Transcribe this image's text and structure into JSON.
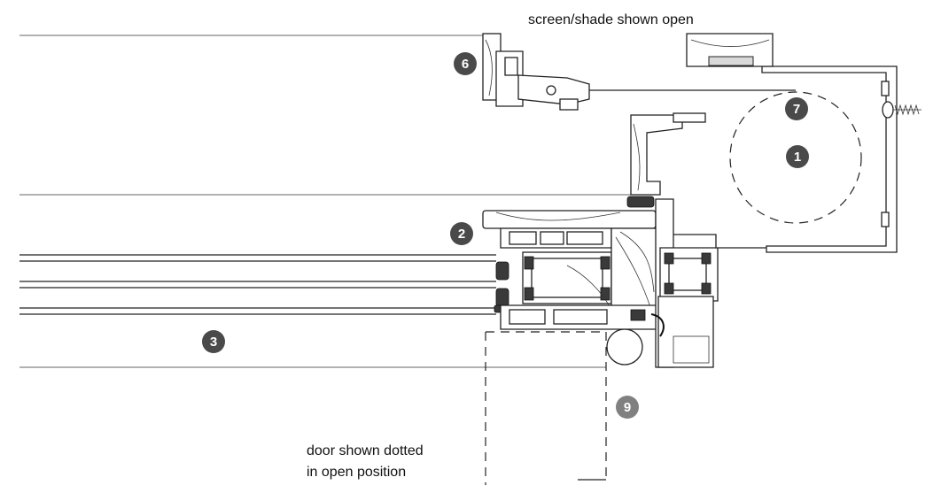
{
  "labels": {
    "screen_note": "screen/shade shown open",
    "door_note_line1": "door shown dotted",
    "door_note_line2": "in open position"
  },
  "callouts": {
    "c1": "1",
    "c2": "2",
    "c3": "3",
    "c6": "6",
    "c7": "7",
    "c9": "9"
  },
  "colors": {
    "callout_fill": "#4a4a4a",
    "callout_fill_light": "#808080",
    "line": "#222222"
  }
}
